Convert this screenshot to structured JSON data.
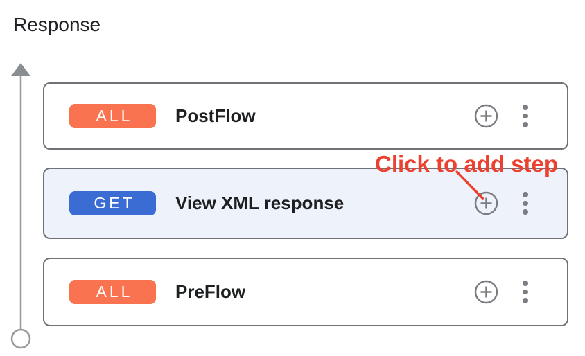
{
  "header": {
    "title": "Response"
  },
  "flows": [
    {
      "method": "ALL",
      "label": "PostFlow",
      "selected": false
    },
    {
      "method": "GET",
      "label": "View XML response",
      "selected": true
    },
    {
      "method": "ALL",
      "label": "PreFlow",
      "selected": false
    }
  ],
  "annotation": {
    "label": "Click to add step"
  },
  "icons": {
    "add_step": "plus-circle",
    "more_options": "kebab-menu",
    "flow_direction": "up-arrow-line-with-circle-end"
  },
  "colors": {
    "badge_all": "#F97350",
    "badge_get": "#3B6CD4",
    "selected_card_bg": "#EEF2FB",
    "card_border": "#6F7377",
    "icon_gray": "#7A7D81",
    "connector_gray": "#97999C",
    "annotation_red": "#EC4130",
    "title_text": "#202124",
    "label_text": "#1D1F21"
  }
}
